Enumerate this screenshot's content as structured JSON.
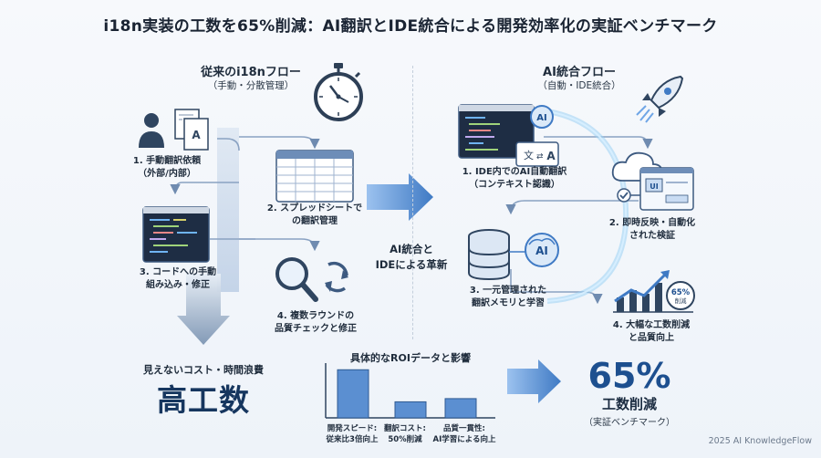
{
  "title": "i18n実装の工数を65%削減：AI翻訳とIDE統合による開発効率化の実証ベンチマーク",
  "left": {
    "title": "従来のi18nフロー",
    "subtitle": "（手動・分散管理）",
    "steps": [
      {
        "line1": "1. 手動翻訳依頼",
        "line2": "（外部/内部）"
      },
      {
        "line1": "2. スプレッドシートで",
        "line2": "の翻訳管理"
      },
      {
        "line1": "3. コードへの手動",
        "line2": "組み込み・修正"
      },
      {
        "line1": "4. 複数ラウンドの",
        "line2": "品質チェックと修正"
      }
    ]
  },
  "middle": {
    "line1": "AI統合と",
    "line2": "IDEによる革新"
  },
  "right": {
    "title": "AI統合フロー",
    "subtitle": "（自動・IDE統合）",
    "steps": [
      {
        "line1": "1. IDE内でのAI自動翻訳",
        "line2": "（コンテキスト認識）"
      },
      {
        "line1": "2. 即時反映・自動化",
        "line2": "された検証"
      },
      {
        "line1": "3. 一元管理された",
        "line2": "翻訳メモリと学習"
      },
      {
        "line1": "4. 大幅な工数削減",
        "line2": "と品質向上"
      }
    ],
    "icon_texts": {
      "ai": "AI",
      "translate_a": "A",
      "ui": "UI",
      "pct": "65%",
      "pct_sub": "削減"
    }
  },
  "hidden_cost": {
    "label": "見えないコスト・時間浪費",
    "big": "高工数"
  },
  "chart_data": {
    "type": "bar",
    "title": "具体的なROIデータと影響",
    "categories": [
      {
        "line1": "開発スピード:",
        "line2": "従来比3倍向上"
      },
      {
        "line1": "翻訳コスト:",
        "line2": "50%削減"
      },
      {
        "line1": "品質一貫性:",
        "line2": "AI学習による向上"
      }
    ],
    "values": [
      3,
      1,
      1.2
    ],
    "ylim": [
      0,
      3.3
    ],
    "bar_color": "#5b8fd1"
  },
  "result": {
    "pct": "65%",
    "label": "工数削減",
    "sub": "（実証ベンチマーク）"
  },
  "credit": "2025 AI KnowledgeFlow",
  "colors": {
    "accent": "#3f7ac4",
    "arrow": "#4a86cf",
    "dark": "#1d4f8f"
  }
}
